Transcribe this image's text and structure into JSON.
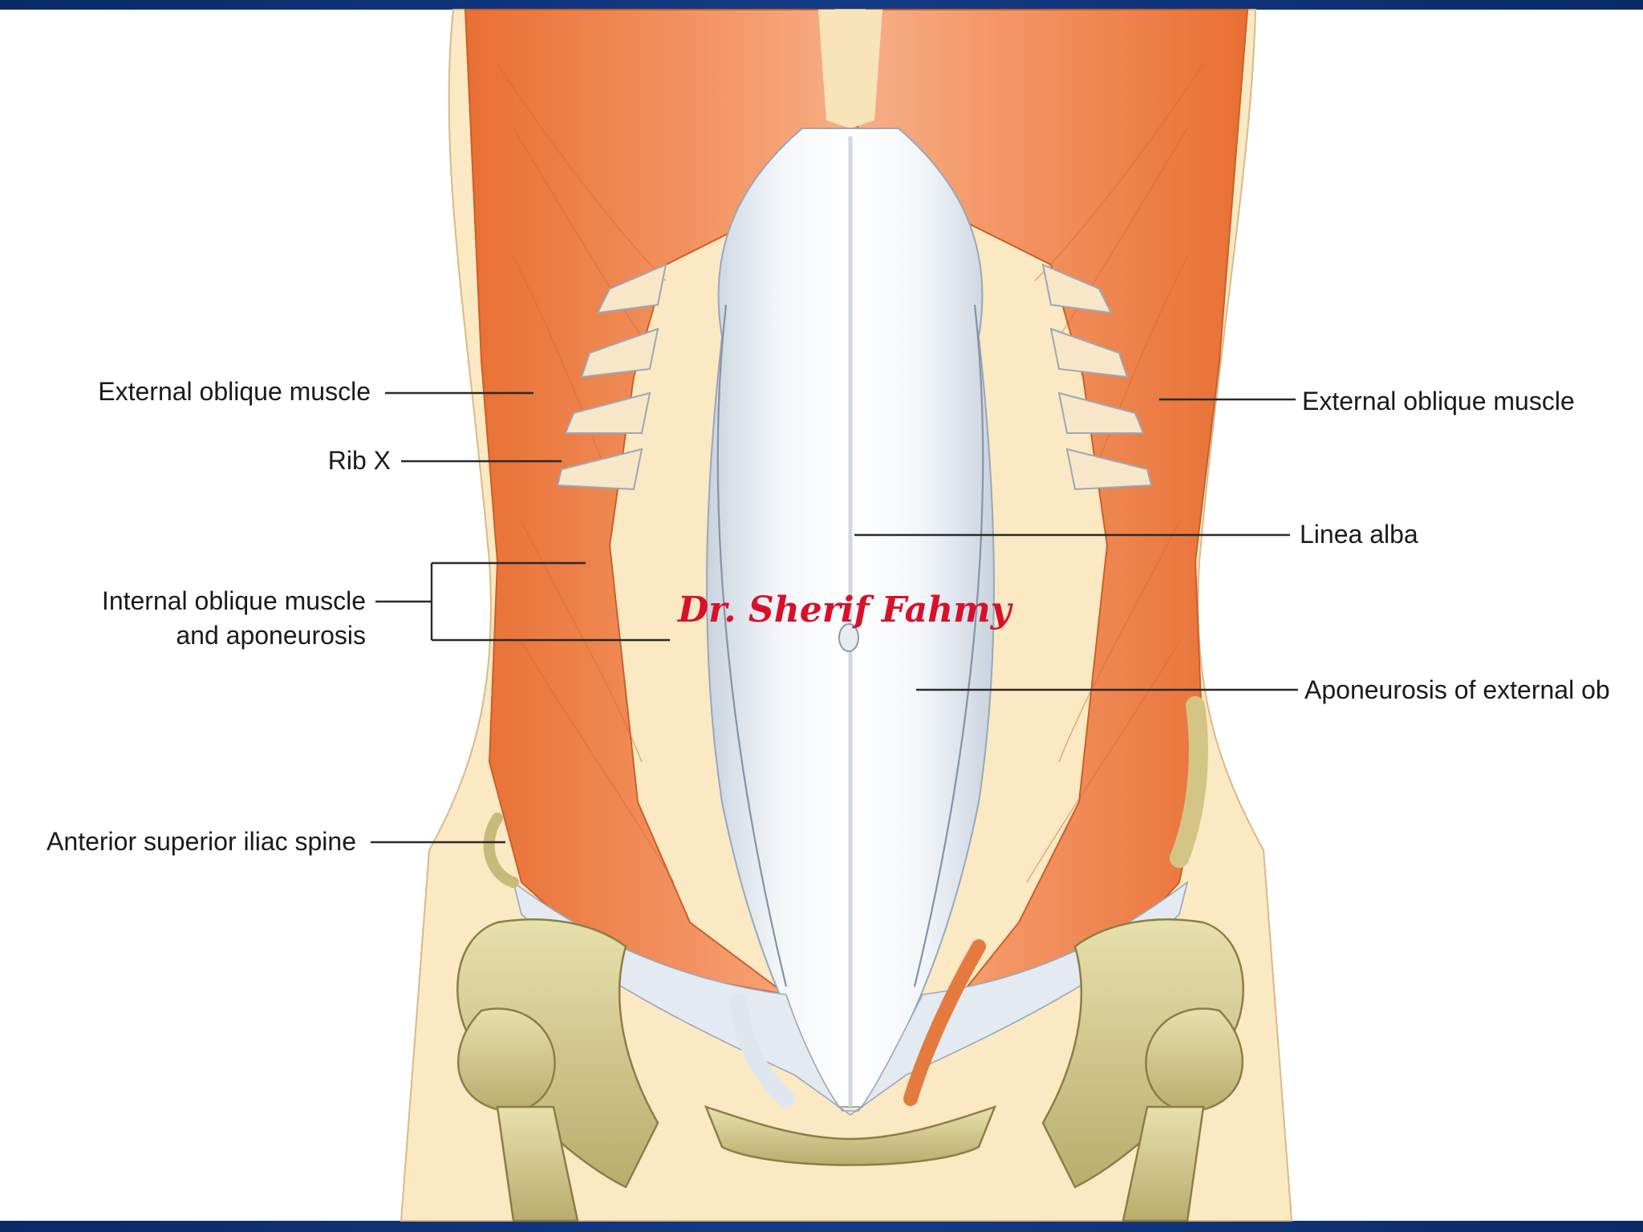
{
  "labels": {
    "external_oblique_left": "External oblique muscle",
    "rib_x": "Rib X",
    "internal_oblique_line1": "Internal oblique muscle",
    "internal_oblique_line2": "and aponeurosis",
    "asis": "Anterior superior iliac spine",
    "external_oblique_right": "External oblique muscle",
    "linea_alba": "Linea alba",
    "aponeurosis_external": "Aponeurosis of external ob"
  },
  "watermark": "Dr. Sherif Fahmy",
  "colors": {
    "frame_blue": "#0b2a63",
    "muscle": "#f08a4b",
    "aponeurosis": "#eef2f6",
    "bone": "#d9cf96",
    "skin": "#fbeac4"
  }
}
